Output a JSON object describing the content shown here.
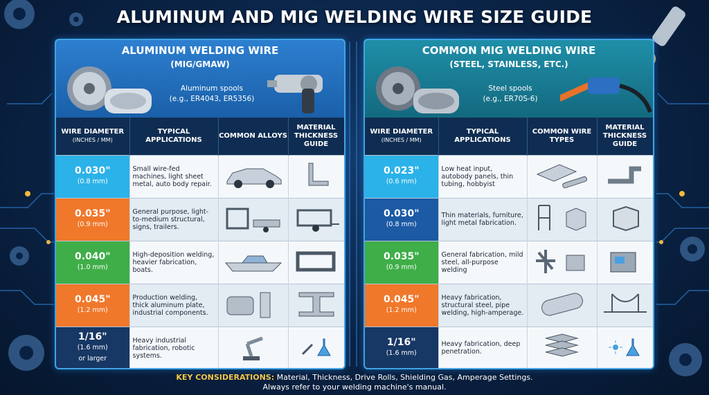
{
  "title": "ALUMINUM AND MIG WELDING WIRE SIZE GUIDE",
  "colors": {
    "cyan": "#2bb2e8",
    "orange": "#f0782b",
    "green": "#3fae48",
    "blue": "#1c5aa3",
    "navy": "#173764",
    "accent": "#f5c64a"
  },
  "aluminum": {
    "title": "ALUMINUM WELDING WIRE",
    "subtitle": "(MIG/GMAW)",
    "spool_caption_1": "Aluminum spools",
    "spool_caption_2": "(e.g., ER4043, ER5356)",
    "headers": {
      "diameter": "WIRE DIAMETER",
      "diameter_unit": "(INCHES / MM)",
      "applications": "TYPICAL APPLICATIONS",
      "alloys": "COMMON ALLOYS",
      "thickness": "MATERIAL THICKNESS GUIDE"
    },
    "rows": [
      {
        "size": "0.030\"",
        "mm": "(0.8 mm)",
        "extra": "",
        "app": "Small wire-fed machines, light sheet metal, auto body repair.",
        "icon_a": "car-icon",
        "icon_b": "bracket-icon"
      },
      {
        "size": "0.035\"",
        "mm": "(0.9 mm)",
        "extra": "",
        "app": "General purpose, light-to-medium structural, signs, trailers.",
        "icon_a": "frame-icon",
        "icon_b": "trailer-icon"
      },
      {
        "size": "0.040\"",
        "mm": "(1.0 mm)",
        "extra": "",
        "app": "High-deposition welding, heavier fabrication, boats.",
        "icon_a": "boat-icon",
        "icon_b": "plate-frame-icon"
      },
      {
        "size": "0.045\"",
        "mm": "(1.2 mm)",
        "extra": "",
        "app": "Production welding, thick aluminum plate, industrial components.",
        "icon_a": "motor-icon",
        "icon_b": "i-beam-icon"
      },
      {
        "size": "1/16\"",
        "mm": "(1.6 mm)",
        "extra": "or larger",
        "app": "Heavy industrial fabrication, robotic systems.",
        "icon_a": "robot-arm-icon",
        "icon_b": "wrench-flask-icon"
      }
    ]
  },
  "mig": {
    "title": "COMMON MIG WELDING WIRE",
    "subtitle": "(STEEL, STAINLESS, ETC.)",
    "spool_caption_1": "Steel spools",
    "spool_caption_2": "(e.g., ER70S-6)",
    "headers": {
      "diameter": "WIRE DIAMETER",
      "diameter_unit": "(INCHES / MM)",
      "applications": "TYPICAL APPLICATIONS",
      "types": "COMMON WIRE TYPES",
      "thickness": "MATERIAL THICKNESS GUIDE"
    },
    "rows": [
      {
        "size": "0.023\"",
        "mm": "(0.6 mm)",
        "app": "Low heat input, autobody panels, thin tubing, hobbyist",
        "icon_a": "sheet-tube-icon",
        "icon_b": "pipe-icon"
      },
      {
        "size": "0.030\"",
        "mm": "(0.8 mm)",
        "app": "Thin materials, furniture, light metal fabrication.",
        "icon_a": "chair-icon",
        "icon_b": "cube-frame-icon"
      },
      {
        "size": "0.035\"",
        "mm": "(0.9 mm)",
        "app": "General fabrication, mild steel, all-purpose welding",
        "icon_a": "joints-icon",
        "icon_b": "machine-icon"
      },
      {
        "size": "0.045\"",
        "mm": "(1.2 mm)",
        "app": "Heavy fabrication, structural steel, pipe welding, high-amperage.",
        "icon_a": "large-pipe-icon",
        "icon_b": "bridge-icon"
      },
      {
        "size": "1/16\"",
        "mm": "(1.6 mm)",
        "app": "Heavy fabrication, deep penetration.",
        "icon_a": "stacked-plates-icon",
        "icon_b": "spark-flask-icon"
      }
    ]
  },
  "footer": {
    "key_label": "KEY CONSIDERATIONS:",
    "key_text": " Material, Thickness, Drive Rolls, Shielding Gas, Amperage Settings.",
    "line2": "Always refer to your welding machine's manual."
  }
}
